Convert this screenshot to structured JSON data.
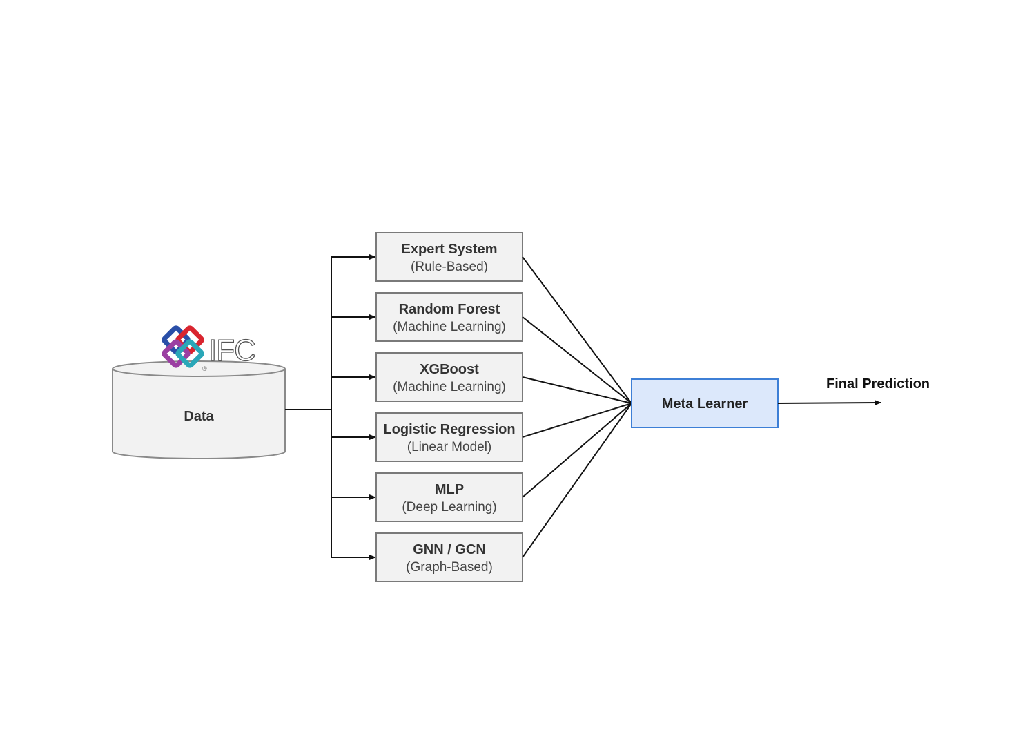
{
  "data_source": {
    "label": "Data",
    "logo_text": "IFC",
    "logo_mark": "®"
  },
  "models": [
    {
      "title": "Expert System",
      "subtitle": "(Rule-Based)"
    },
    {
      "title": "Random Forest",
      "subtitle": "(Machine Learning)"
    },
    {
      "title": "XGBoost",
      "subtitle": "(Machine Learning)"
    },
    {
      "title": "Logistic Regression",
      "subtitle": "(Linear Model)"
    },
    {
      "title": "MLP",
      "subtitle": "(Deep Learning)"
    },
    {
      "title": "GNN / GCN",
      "subtitle": "(Graph-Based)"
    }
  ],
  "meta_learner": {
    "label": "Meta Learner"
  },
  "output": {
    "label": "Final Prediction"
  },
  "colors": {
    "model_fill": "#f2f2f2",
    "model_stroke": "#7a7a7a",
    "meta_fill": "#dce8fb",
    "meta_stroke": "#3d7fd6",
    "logo_blue": "#2a4fa8",
    "logo_red": "#d9252f",
    "logo_purple": "#9b3fa2",
    "logo_teal": "#2aa7b8"
  }
}
